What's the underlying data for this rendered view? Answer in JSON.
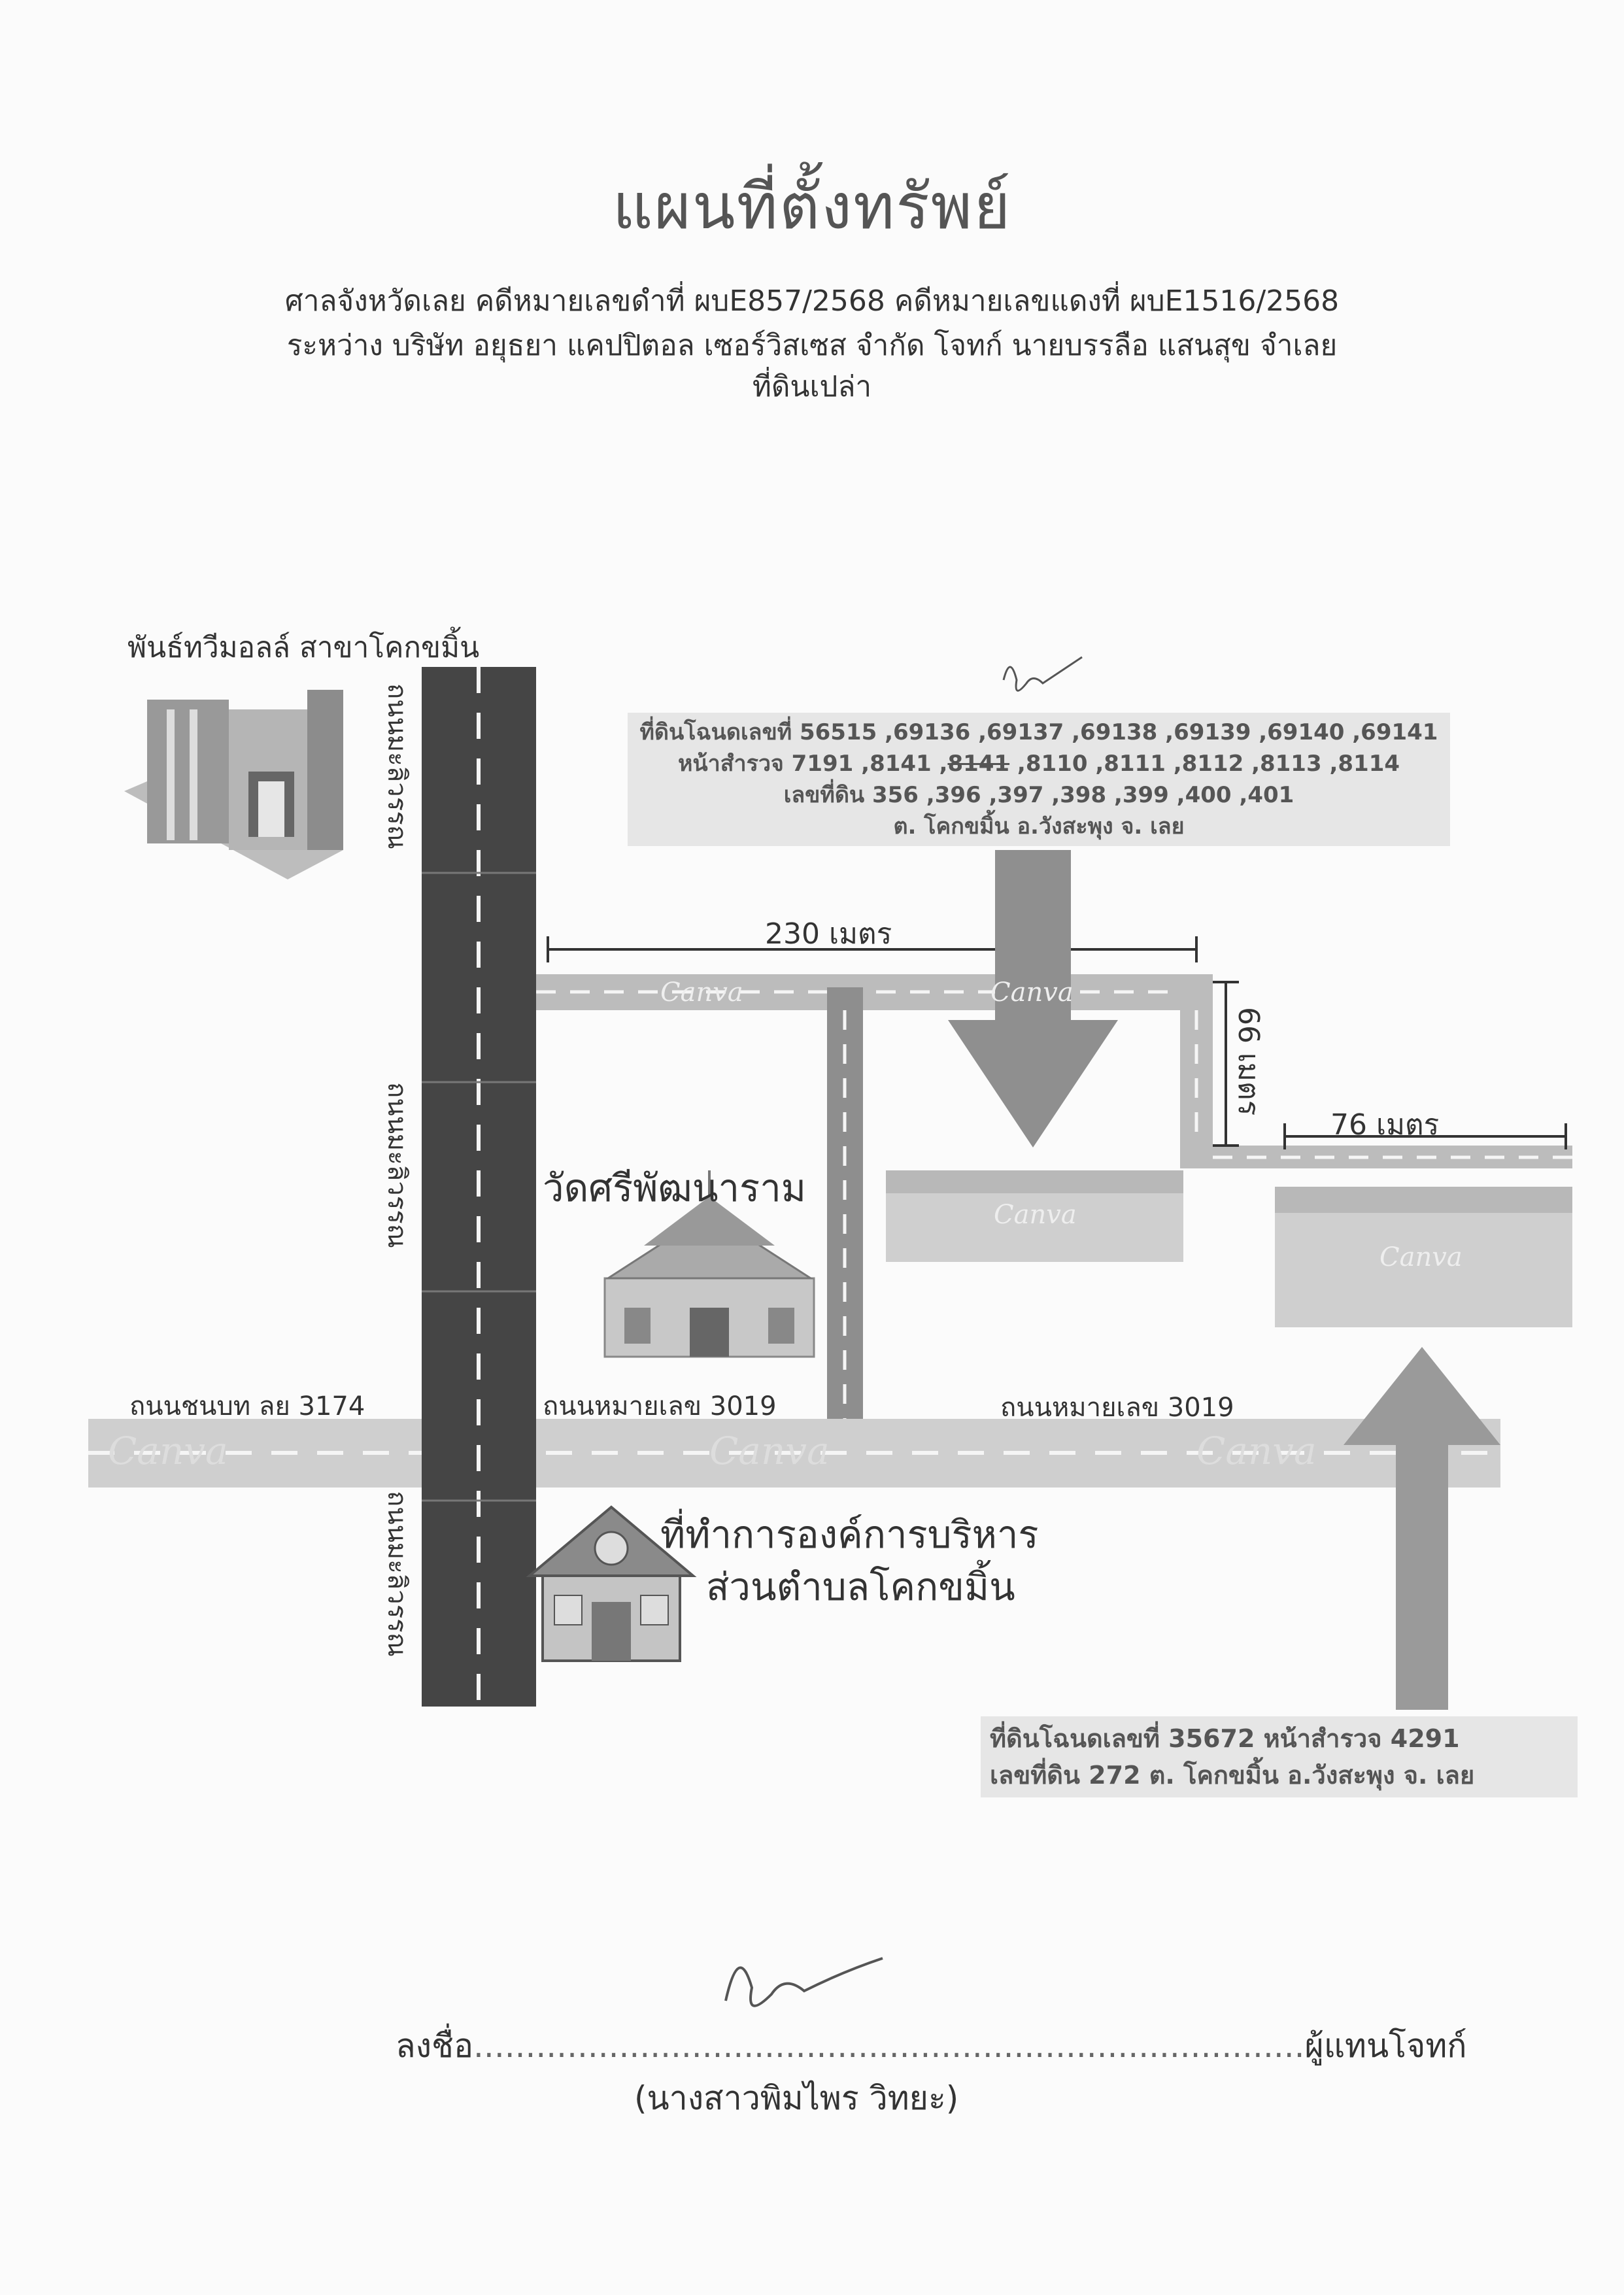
{
  "title": "แผนที่ตั้งทรัพย์",
  "header": {
    "line1": "ศาลจังหวัดเลย คดีหมายเลขดำที่ ผบE857/2568 คดีหมายเลขแดงที่ ผบE1516/2568",
    "line2": "ระหว่าง บริษัท อยุธยา แคปปิตอล เซอร์วิสเซส จำกัด โจทก์ นายบรรลือ แสนสุข จำเลย",
    "line3": "ที่ดินเปล่า"
  },
  "landmarks": {
    "mall": "พันธ์ทวีมอลล์ สาขาโคกขมิ้น",
    "temple": "วัดศรีพัฒนาราม",
    "office_line1": "ที่ทำการองค์การบริหาร",
    "office_line2": "ส่วนตำบลโคกขมิ้น"
  },
  "roads": {
    "vertical_name": "ถนนมะลิวรรณ",
    "rural_road": "ถนนชนบท ลย 3174",
    "highway_left": "ถนนหมายเลข 3019",
    "highway_right": "ถนนหมายเลข 3019"
  },
  "plot1": {
    "line1": "ที่ดินโฉนดเลขที่ 56515 ,69136 ,69137 ,69138 ,69139 ,69140 ,69141",
    "line2_a": "หน้าสำรวจ 7191 ,8141 ,",
    "line2_strike": "8141",
    "line2_b": " ,8110 ,8111 ,8112 ,8113 ,8114",
    "line3": "เลขที่ดิน 356 ,396 ,397 ,398 ,399 ,400 ,401",
    "line4": "ต. โคกขมิ้น อ.วังสะพุง จ. เลย"
  },
  "plot2": {
    "line1": "ที่ดินโฉนดเลขที่ 35672 หน้าสำรวจ 4291",
    "line2": "เลขที่ดิน 272 ต. โคกขมิ้น อ.วังสะพุง จ. เลย"
  },
  "distances": {
    "d230": "230 เมตร",
    "d66": "66 เมตร",
    "d76": "76 เมตร"
  },
  "watermark": "Canva",
  "signature": {
    "label": "ลงชื่อ",
    "dots": "................................................................................",
    "role": "ผู้แทนโจทก์",
    "name": "(นางสาวพิมไพร  วิทยะ)"
  }
}
